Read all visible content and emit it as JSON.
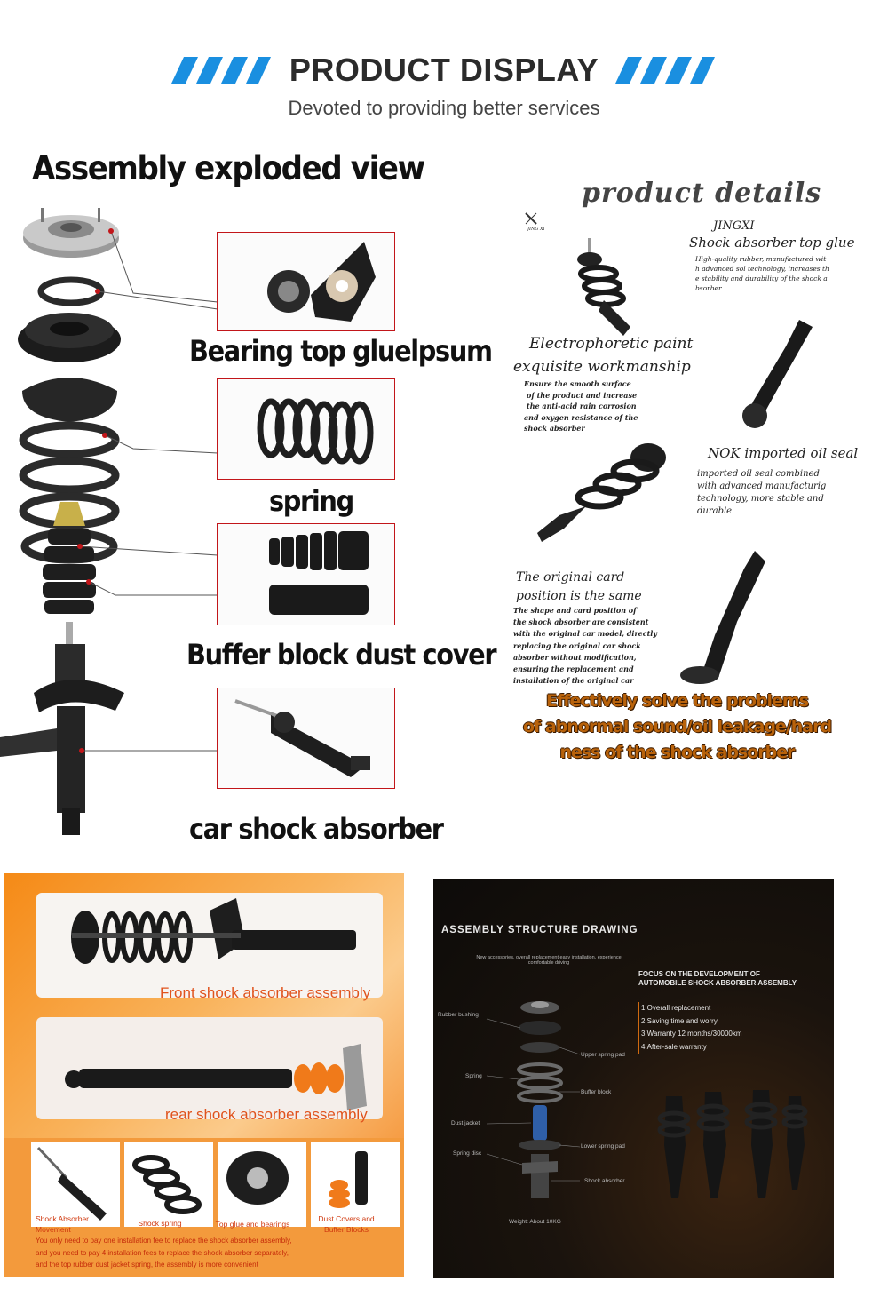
{
  "header": {
    "title": "PRODUCT DISPLAY",
    "subtitle": "Devoted to providing better services",
    "accent": "#1a8fe0"
  },
  "exploded": {
    "title": "Assembly exploded view",
    "labels": {
      "bearing": "Bearing top gluelpsum",
      "spring": "spring",
      "buffer": "Buffer block dust cover",
      "shock": "car shock absorber"
    },
    "leader_color": "#c2161a"
  },
  "details": {
    "title": "product details",
    "brand": "JINGXI",
    "top_glue_heading": "Shock absorber top glue",
    "top_glue_body": [
      "High-quality rubber, manufactured wit",
      "h advanced sol technology, increases th",
      "e stability and durability of the shock a",
      "bsorber"
    ],
    "paint_heading": [
      "Electrophoretic paint",
      "exquisite workmanship"
    ],
    "paint_body": [
      "Ensure the smooth surface",
      "of the product and increase",
      "the anti-acid rain corrosion",
      "and oxygen resistance of the",
      "shock absorber"
    ],
    "seal_heading": "NOK imported oil seal",
    "seal_body": [
      "imported oil seal combined",
      "with advanced manufacturig",
      "technology, more stable and",
      "durable"
    ],
    "card_heading": [
      "The original card",
      "position is the same"
    ],
    "card_body": [
      "The shape and card position of",
      "the shock absorber are consistent",
      "with the original car model, directly",
      "replacing the original car shock",
      "absorber without modification,",
      "ensuring the replacement and",
      "installation of the original car"
    ],
    "headline": [
      "Effectively solve the problems",
      "of abnormal sound/oil leakage/hard",
      "ness of the shock absorber"
    ]
  },
  "bottom_left": {
    "front_caption": "Front shock absorber assembly",
    "rear_caption": "rear shock absorber assembly",
    "thumbs": [
      {
        "label": "Shock Absorber Movement"
      },
      {
        "label": "Shock spring"
      },
      {
        "label": "Top glue and bearings"
      },
      {
        "label": "Dust Covers and Buffer Blocks"
      }
    ],
    "footer": [
      "You only need to pay one installation fee to replace the shock absorber assembly,",
      "and you need to pay 4 installation fees to replace the shock absorber separately,",
      "and the top rubber dust jacket spring, the assembly is more convenient"
    ]
  },
  "bottom_right": {
    "title": "ASSEMBLY STRUCTURE DRAWING",
    "sub": "New accessories, overall replacement easy installation, experience comfortable driving",
    "focus": [
      "FOCUS ON THE DEVELOPMENT OF",
      "AUTOMOBILE SHOCK ABSORBER ASSEMBLY"
    ],
    "points": [
      "1.Overall replacement",
      "2.Saving time and worry",
      "3.Warranty 12 months/30000km",
      "4.After-sale warranty"
    ],
    "callouts": {
      "rubber_bushing": "Rubber bushing",
      "upper_pad": "Upper spring pad",
      "spring": "Spring",
      "buffer": "Buffer block",
      "dust": "Dust jacket",
      "lower_pad": "Lower spring pad",
      "disc": "Spring disc",
      "shock": "Shock absorber",
      "weight": "Weight: About 10KG"
    }
  }
}
